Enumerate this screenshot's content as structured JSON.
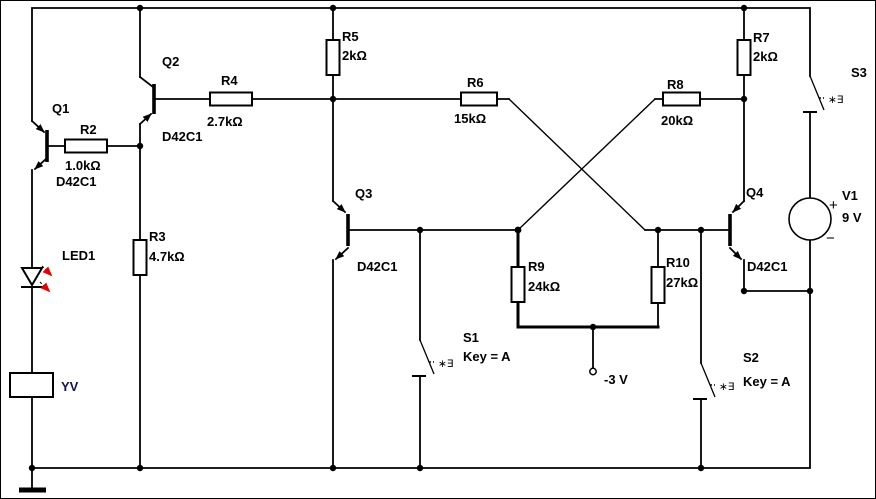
{
  "components": {
    "q1": {
      "name": "Q1",
      "model": "D42C1"
    },
    "q2": {
      "name": "Q2",
      "model": "D42C1"
    },
    "q3": {
      "name": "Q3",
      "model": "D42C1"
    },
    "q4": {
      "name": "Q4",
      "model": "D42C1"
    },
    "r2": {
      "name": "R2",
      "value": "1.0kΩ"
    },
    "r3": {
      "name": "R3",
      "value": "4.7kΩ"
    },
    "r4": {
      "name": "R4",
      "value": "2.7kΩ"
    },
    "r5": {
      "name": "R5",
      "value": "2kΩ"
    },
    "r6": {
      "name": "R6",
      "value": "15kΩ"
    },
    "r7": {
      "name": "R7",
      "value": "2kΩ"
    },
    "r8": {
      "name": "R8",
      "value": "20kΩ"
    },
    "r9": {
      "name": "R9",
      "value": "24kΩ"
    },
    "r10": {
      "name": "R10",
      "value": "27kΩ"
    },
    "led1": {
      "name": "LED1"
    },
    "yv": {
      "name": "YV"
    },
    "s1": {
      "name": "S1",
      "key": "Key = A",
      "marker": "∗∃"
    },
    "s2": {
      "name": "S2",
      "key": "Key = A",
      "marker": "∗∃"
    },
    "s3": {
      "name": "S3",
      "marker": "∗∃"
    },
    "v1": {
      "name": "V1",
      "value": "9 V",
      "plus": "+",
      "minus": "−"
    },
    "vneg": {
      "label": "-3 V"
    }
  },
  "colors": {
    "wire": "#000000",
    "led_arrow": "#e80000",
    "background": "#ffffff",
    "yv_label": "#141450"
  }
}
